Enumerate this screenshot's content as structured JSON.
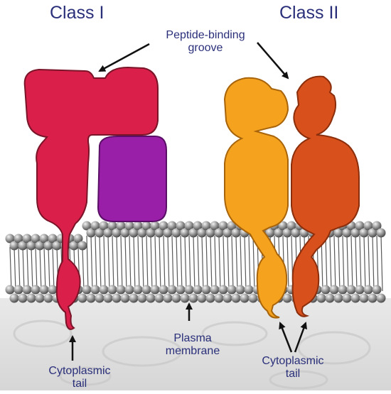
{
  "labels": {
    "class_i": "Class I",
    "class_ii": "Class II",
    "groove_line1": "Peptide-binding",
    "groove_line2": "groove",
    "membrane_line1": "Plasma",
    "membrane_line2": "membrane",
    "tail_left_line1": "Cytoplasmic",
    "tail_left_line2": "tail",
    "tail_right_line1": "Cytoplasmic",
    "tail_right_line2": "tail"
  },
  "colors": {
    "class_i_alpha": "#d91f4a",
    "class_i_beta2m": "#9a1fa8",
    "class_ii_alpha": "#f5a21e",
    "class_ii_beta": "#d8501c",
    "lipid_head": "#9c9c9c",
    "label_text": "#2a2f7a",
    "arrow": "#111111"
  }
}
